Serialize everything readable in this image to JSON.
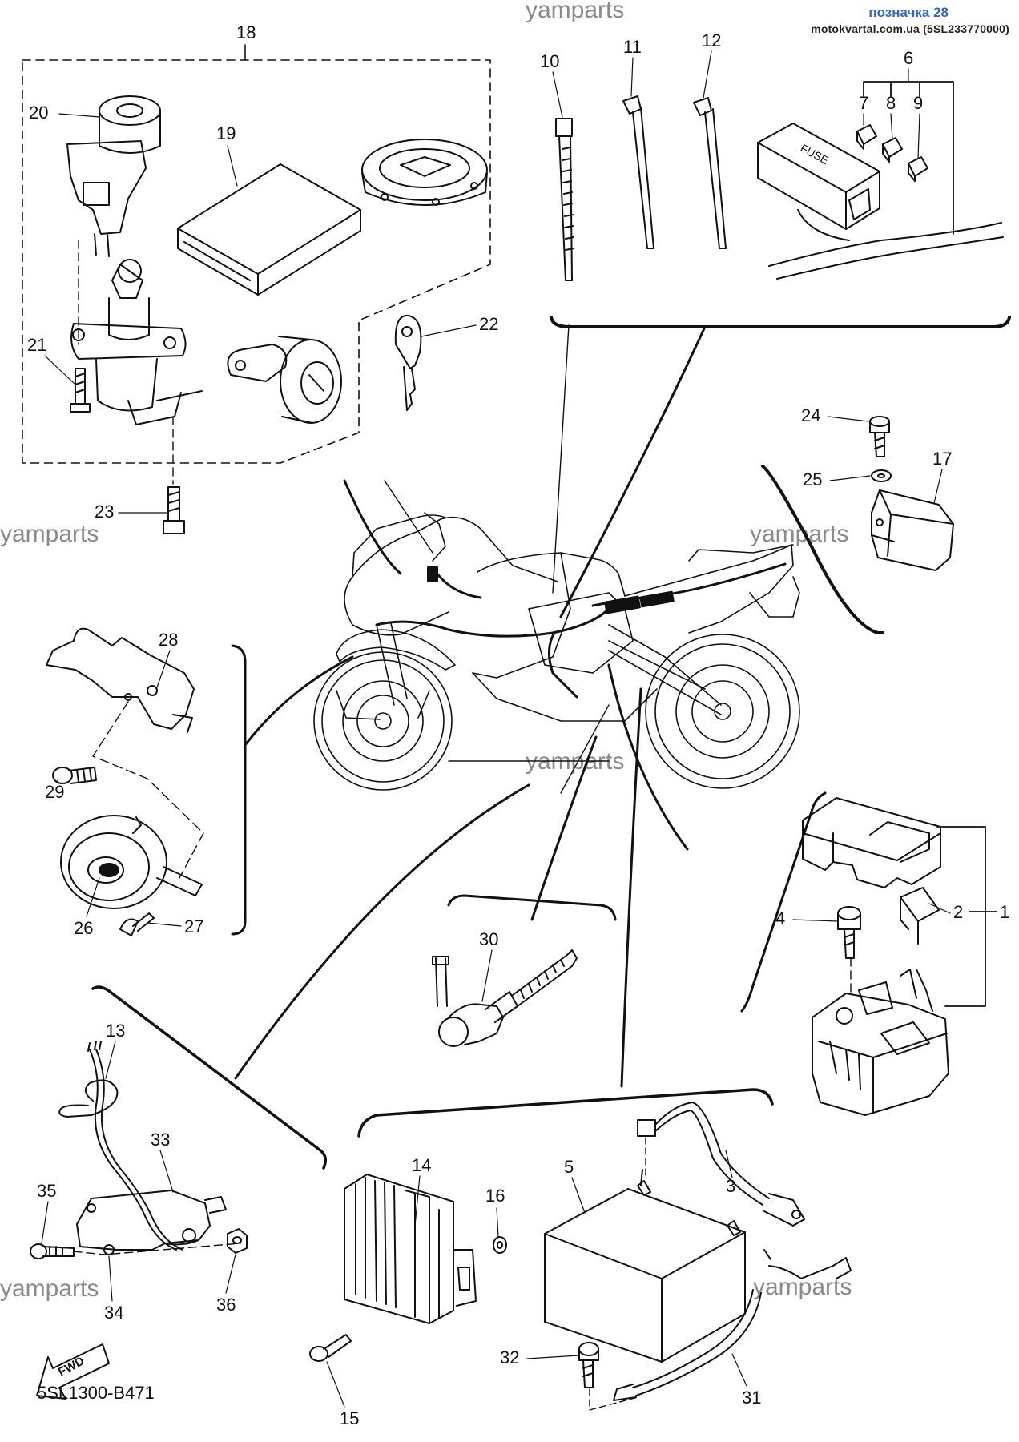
{
  "header": {
    "label": "позначка 28",
    "site": "motokvartal.com.ua (5SL233770000)"
  },
  "watermark": "yamparts",
  "diagram_code": "5SL1300-B471",
  "fwd_label": "FWD",
  "fuse_label": "FUSE",
  "parts": [
    "1",
    "2",
    "3",
    "4",
    "5",
    "6",
    "7",
    "8",
    "9",
    "10",
    "11",
    "12",
    "13",
    "14",
    "15",
    "16",
    "17",
    "18",
    "19",
    "20",
    "21",
    "22",
    "23",
    "24",
    "25",
    "26",
    "27",
    "28",
    "29",
    "30",
    "31",
    "32",
    "33",
    "34",
    "35",
    "36"
  ]
}
